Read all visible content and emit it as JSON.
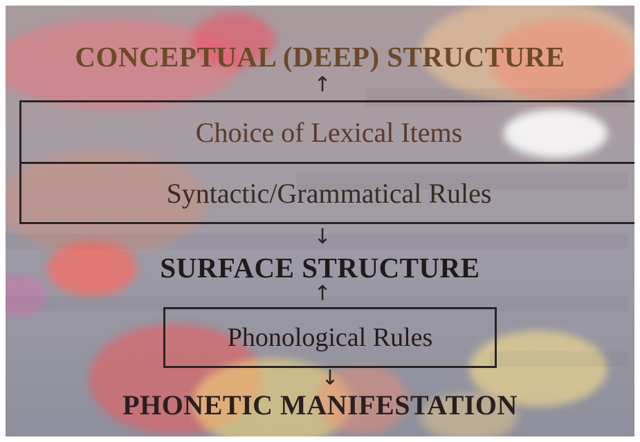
{
  "diagram": {
    "top_heading": "CONCEPTUAL (DEEP) STRUCTURE",
    "box_lexical": "Choice of Lexical Items",
    "box_syntactic": "Syntactic/Grammatical Rules",
    "middle_heading": "SURFACE STRUCTURE",
    "box_phonological": "Phonological Rules",
    "bottom_heading": "PHONETIC MANIFESTATION",
    "arrow_up_1": "↑",
    "arrow_down_1": "↓",
    "arrow_up_2": "↑",
    "arrow_down_2": "↓"
  },
  "colors": {
    "ink": "#2a2424",
    "top_heading": "#6b4a2a",
    "lexical_text": "#5a3a2a",
    "syntactic_text": "#3a2a22",
    "phonological_text": "#2a1a18",
    "bottom_heading": "#2a2020"
  }
}
